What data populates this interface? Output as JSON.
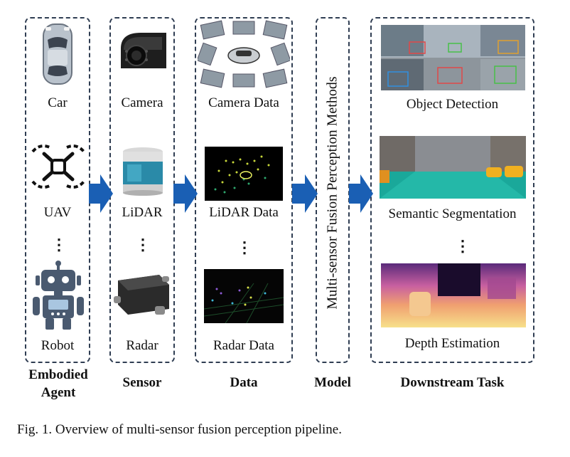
{
  "columns": {
    "agent": {
      "title_line1": "Embodied",
      "title_line2": "Agent",
      "items": [
        "Car",
        "UAV",
        "Robot"
      ]
    },
    "sensor": {
      "title": "Sensor",
      "items": [
        "Camera",
        "LiDAR",
        "Radar"
      ]
    },
    "data": {
      "title": "Data",
      "items": [
        "Camera Data",
        "LiDAR Data",
        "Radar Data"
      ]
    },
    "model": {
      "title": "Model",
      "method": "Multi-sensor Fusion Perception Methods"
    },
    "task": {
      "title": "Downstream Task",
      "items": [
        "Object Detection",
        "Semantic Segmentation",
        "Depth Estimation"
      ]
    }
  },
  "ellipsis": "⋮",
  "caption": "Fig. 1.  Overview of multi-sensor fusion perception pipeline.",
  "colors": {
    "border": "#2f3d52",
    "arrow": "#1a5fb4",
    "icon": "#4a5a70"
  }
}
